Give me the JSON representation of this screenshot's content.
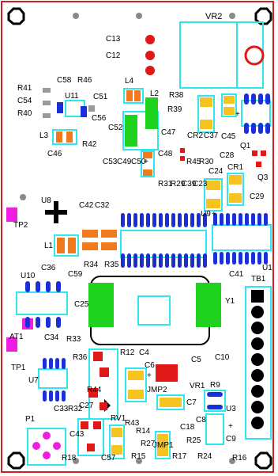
{
  "board": {
    "edge_color": "#cc2222",
    "outline_color": "#2ee6ee",
    "pad_colors": {
      "blue": "#1a2fd8",
      "orange": "#f07a1c",
      "yellow": "#f6c420",
      "green": "#1ed21e",
      "red": "#e01818",
      "magenta": "#ee1ee0",
      "grey": "#8a8a8a"
    }
  },
  "labels": {
    "vr2": "VR2",
    "c13": "C13",
    "c12": "C12",
    "r41": "R41",
    "c58": "C58",
    "r46": "R46",
    "c54": "C54",
    "u11": "U11",
    "c51": "C51",
    "r40": "R40",
    "l4": "L4",
    "l2": "L2",
    "r38": "R38",
    "r39": "R39",
    "c56": "C56",
    "c52": "C52",
    "c47": "C47",
    "cr2": "CR2",
    "c37": "C37",
    "c45": "C45",
    "l3": "L3",
    "r42": "R42",
    "q1": "Q1",
    "c46": "C46",
    "c53": "C53",
    "c49": "C49",
    "c50": "C50",
    "c48": "C48",
    "r45": "R45",
    "r30": "R30",
    "c28": "C28",
    "q3": "Q3",
    "c24": "C24",
    "cr1": "CR1",
    "r31": "R31",
    "r29": "R29",
    "c39": "C39",
    "c23": "C23",
    "c29": "C29",
    "u8": "U8",
    "c42": "C42",
    "c32": "C32",
    "u9": "U9",
    "tp2": "TP2",
    "l1": "L1",
    "c36": "C36",
    "r34": "R34",
    "r35": "R35",
    "c59": "C59",
    "u1": "U1",
    "c41": "C41",
    "u10": "U10",
    "tb1": "TB1",
    "c25": "C25",
    "y1": "Y1",
    "at1": "AT1",
    "c34": "C34",
    "r33": "R33",
    "r36": "R36",
    "r12": "R12",
    "c4": "C4",
    "c10": "C10",
    "c6": "C6",
    "c5": "C5",
    "tp1": "TP1",
    "u7": "U7",
    "vr1": "VR1",
    "r9": "R9",
    "jmp2": "JMP2",
    "c33": "C33",
    "r32": "R32",
    "c27": "C27",
    "r44": "R44",
    "c7": "C7",
    "u3": "U3",
    "rv1": "RV1",
    "r43": "R43",
    "c18": "C18",
    "c8": "C8",
    "p1": "P1",
    "r14": "R14",
    "r25": "R25",
    "c43": "C43",
    "r27": "R27",
    "c9": "C9",
    "jmp1": "JMP1",
    "r18": "R18",
    "c57": "C57",
    "r15": "R15",
    "r17": "R17",
    "r24": "R24",
    "r16": "R16",
    "plus": "+"
  }
}
